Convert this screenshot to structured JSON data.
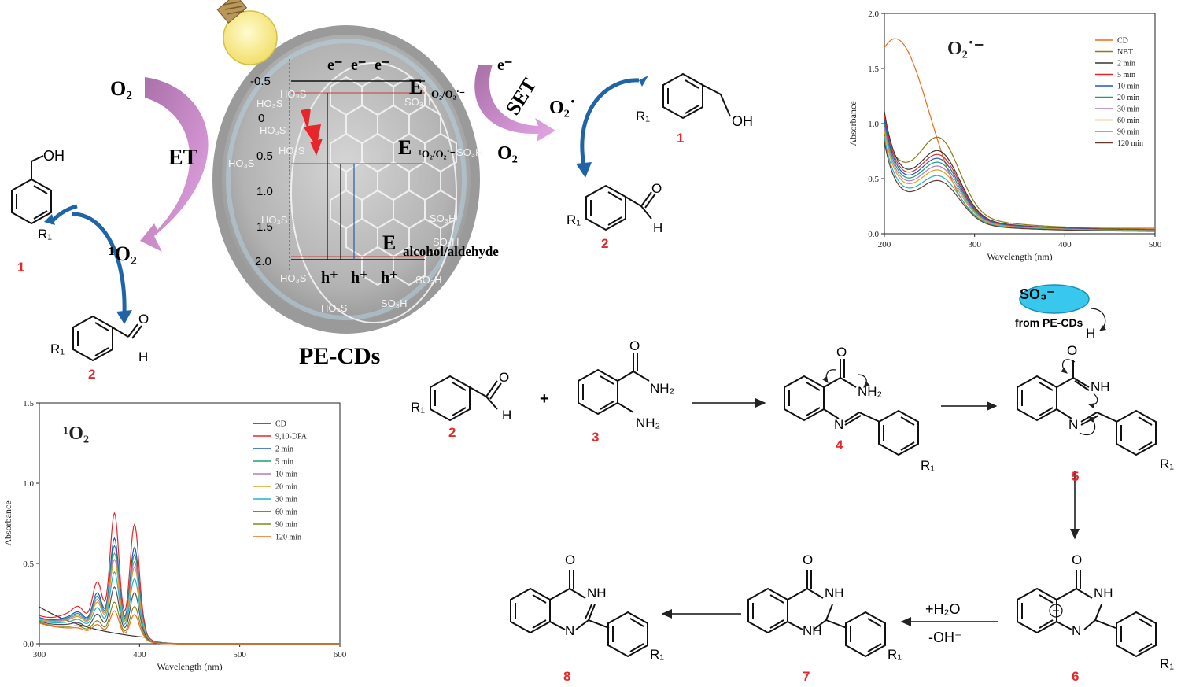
{
  "photocatalysis": {
    "catalyst_label": "PE-CDs",
    "o2_left": "O₂",
    "et_label": "ET",
    "singlet_o2": "¹O₂",
    "set_label": "SET",
    "o2_right": "O₂",
    "superoxide": "O₂˙",
    "e_minus": "e⁻",
    "electrons": [
      "e⁻",
      "e⁻",
      "e⁻"
    ],
    "holes": [
      "h⁺",
      "h⁺",
      "h⁺"
    ],
    "energy_scale": [
      "-0.5",
      "0",
      "0.5",
      "1.0",
      "1.5",
      "2.0"
    ],
    "potentials": [
      {
        "E": "E",
        "sub": "O₂/O₂˙⁻"
      },
      {
        "E": "E",
        "sub": "¹O₂/O₂˙⁻"
      },
      {
        "E": "E",
        "sub": "alcohol/aldehyde"
      }
    ],
    "surface_groups": [
      "HO₃S",
      "HO₃S",
      "HO₃S",
      "HO₃S",
      "HO₃S",
      "HO₃S",
      "HO₃S",
      "HO₃S",
      "SO₃H",
      "SO₃H",
      "SO₃H",
      "SO₃H",
      "SO₃H",
      "SO₃H"
    ]
  },
  "compounds": {
    "c1": "1",
    "c2": "2",
    "c3": "3",
    "c4": "4",
    "c5": "5",
    "c6": "6",
    "c7": "7",
    "c8": "8",
    "oh": "OH",
    "o": "O",
    "h": "H",
    "r1": "R₁",
    "nh2": "NH₂",
    "nh": "NH",
    "n": "N"
  },
  "mechanism": {
    "sulfonate": "SO₃⁻",
    "from_label": "from PE-CDs",
    "plus": "+",
    "water": "+H₂O",
    "hydroxide": "-OH⁻"
  },
  "chart_data": [
    {
      "type": "line",
      "title": "¹O₂",
      "xlabel": "Wavelength (nm)",
      "ylabel": "Absorbance",
      "xlim": [
        300,
        600
      ],
      "ylim": [
        0.0,
        1.5
      ],
      "xticks": [
        "300",
        "400",
        "500",
        "600"
      ],
      "yticks": [
        "0.0",
        "0.5",
        "1.0",
        "1.5"
      ],
      "legend_position": "top-right",
      "series": [
        {
          "name": "CD",
          "color": "#333333",
          "scale": 0.0
        },
        {
          "name": "9,10-DPA",
          "color": "#e8262a",
          "scale": 1.0
        },
        {
          "name": "2 min",
          "color": "#1f56c6",
          "scale": 0.8
        },
        {
          "name": "5 min",
          "color": "#1aa06e",
          "scale": 0.74
        },
        {
          "name": "10 min",
          "color": "#b17acb",
          "scale": 0.68
        },
        {
          "name": "20 min",
          "color": "#e0a21a",
          "scale": 0.63
        },
        {
          "name": "30 min",
          "color": "#1fb5c7",
          "scale": 0.53
        },
        {
          "name": "60 min",
          "color": "#5a4a5a",
          "scale": 0.41
        },
        {
          "name": "90 min",
          "color": "#7d8a1d",
          "scale": 0.29
        },
        {
          "name": "120 min",
          "color": "#f06a1a",
          "scale": 0.22
        }
      ]
    },
    {
      "type": "line",
      "title": "O₂˙⁻",
      "xlabel": "Wavelength (nm)",
      "ylabel": "Absorbance",
      "xlim": [
        200,
        500
      ],
      "ylim": [
        0.0,
        2.0
      ],
      "xticks": [
        "200",
        "300",
        "400",
        "500"
      ],
      "yticks": [
        "0.0",
        "0.5",
        "1.0",
        "1.5",
        "2.0"
      ],
      "legend_position": "top-right",
      "series": [
        {
          "name": "CD",
          "color": "#f06a1a"
        },
        {
          "name": "NBT",
          "color": "#8a7a1a"
        },
        {
          "name": "2 min",
          "color": "#333333"
        },
        {
          "name": "5 min",
          "color": "#e8262a"
        },
        {
          "name": "10 min",
          "color": "#1f56c6"
        },
        {
          "name": "20 min",
          "color": "#1aa06e"
        },
        {
          "name": "30 min",
          "color": "#b17acb"
        },
        {
          "name": "60 min",
          "color": "#e0a21a"
        },
        {
          "name": "90 min",
          "color": "#1fb5c7"
        },
        {
          "name": "120 min",
          "color": "#6b3a2a"
        }
      ]
    }
  ]
}
